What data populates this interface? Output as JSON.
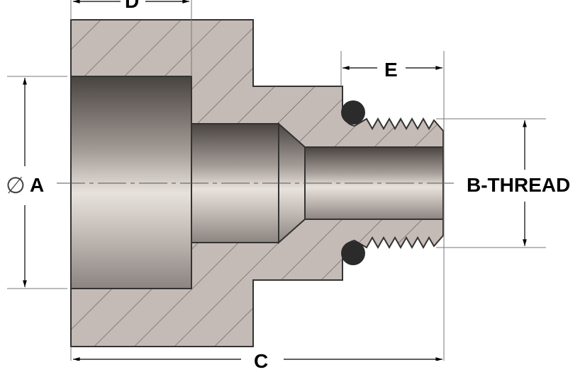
{
  "labels": {
    "dim_a": "A",
    "dim_a_symbol": "∅",
    "dim_b": "B-THREAD",
    "dim_c": "C",
    "dim_d": "D",
    "dim_e": "E"
  },
  "colors": {
    "section_fill": "#c4bbb6",
    "outline": "#333333",
    "oring": "#2b2b2b"
  }
}
